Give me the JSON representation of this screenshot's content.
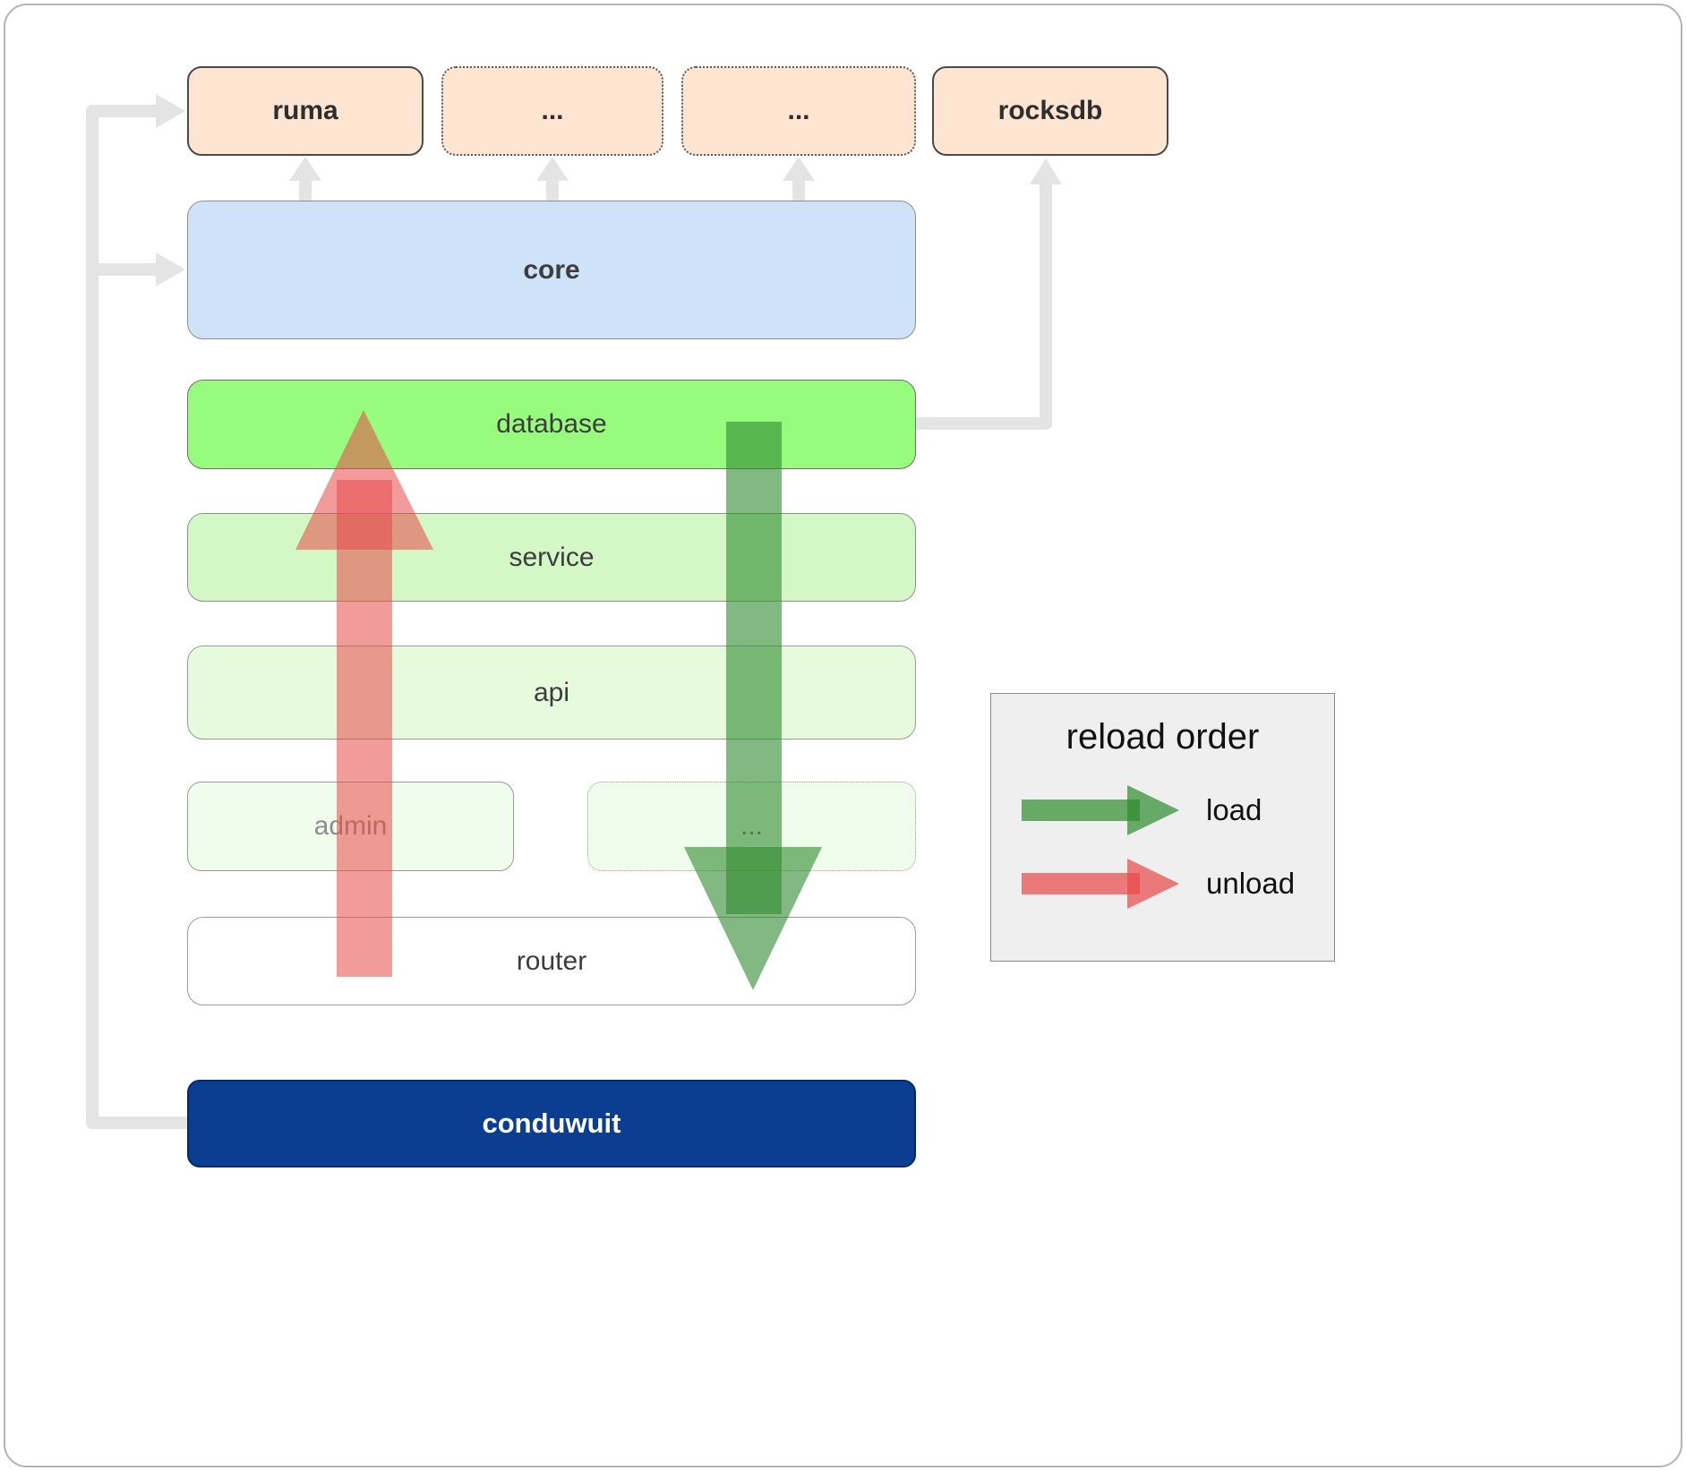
{
  "boxes": {
    "ruma": {
      "label": "ruma"
    },
    "ext1": {
      "label": "..."
    },
    "ext2": {
      "label": "..."
    },
    "rocksdb": {
      "label": "rocksdb"
    },
    "core": {
      "label": "core"
    },
    "database": {
      "label": "database"
    },
    "service": {
      "label": "service"
    },
    "api": {
      "label": "api"
    },
    "admin": {
      "label": "admin"
    },
    "more": {
      "label": "..."
    },
    "router": {
      "label": "router"
    },
    "conduwuit": {
      "label": "conduwuit"
    }
  },
  "legend": {
    "title": "reload order",
    "items": [
      {
        "label": "load",
        "color": "#2e8b2e"
      },
      {
        "label": "unload",
        "color": "#e84848"
      }
    ]
  },
  "colors": {
    "connector": "#e4e4e4",
    "peach": "#fde5d2",
    "core_blue": "#cfe3f8",
    "database_green": "#97fb7d",
    "service_green": "#d3f8c5",
    "api_green": "#e6fbdc",
    "admin_green": "#f1fdec",
    "conduwuit_navy": "#0b3e91"
  }
}
